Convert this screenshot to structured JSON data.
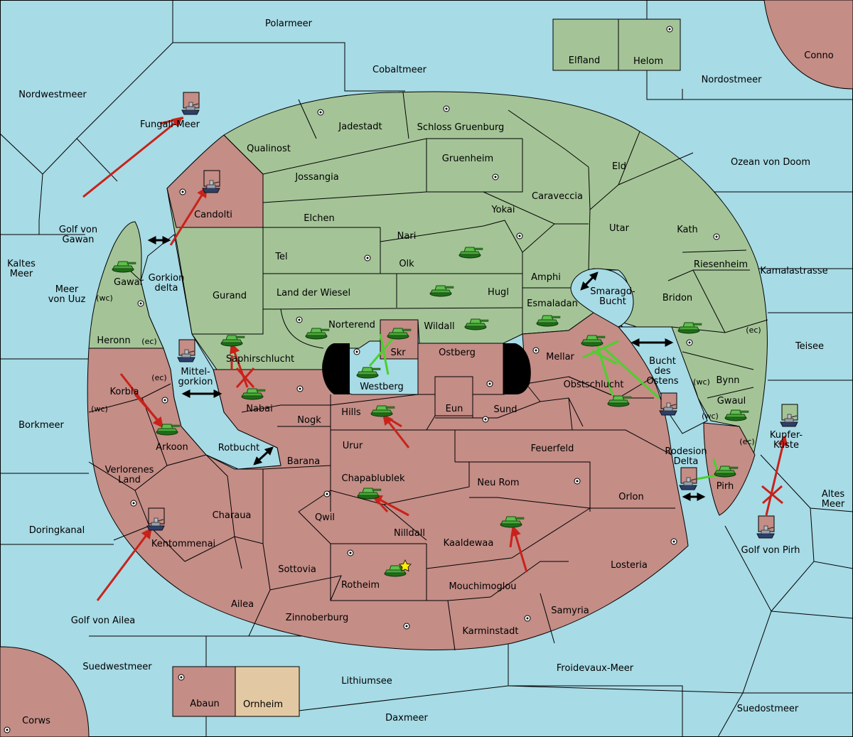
{
  "title": "Diplomacy map - Zeit von Doom",
  "colors": {
    "sea": "#a7dbe6",
    "green_power": "#a4c497",
    "red_power": "#c48d86",
    "neutral": "#e3c9a3",
    "red_orders": "#c8221a",
    "green_orders": "#4cd02c"
  },
  "labels": {
    "polarmeer": "Polarmeer",
    "cobaltmeer": "Cobaltmeer",
    "nordwestmeer": "Nordwestmeer",
    "nordostmeer": "Nordostmeer",
    "conno": "Conno",
    "elfland": "Elfland",
    "helom": "Helom",
    "fungali_meer": "Fungali-Meer",
    "jadestadt": "Jadestadt",
    "schloss_gruenburg": "Schloss Gruenburg",
    "qualinost": "Qualinost",
    "gruenheim": "Gruenheim",
    "eld": "Eld",
    "ozean_von_doom": "Ozean von Doom",
    "jossangia": "Jossangia",
    "caraveccia": "Caraveccia",
    "candolti": "Candolti",
    "elchen": "Elchen",
    "yokai": "Yokai",
    "utar": "Utar",
    "kath": "Kath",
    "golf_von_gawan": "Golf von Gawan",
    "nari": "Nari",
    "tel": "Tel",
    "olk": "Olk",
    "kaltes_meer": "Kaltes Meer",
    "riesenheim": "Riesenheim",
    "kamalastrasse": "Kamalastrasse",
    "gawar": "Gawar",
    "gorkion_delta": "Gorkion delta",
    "amphi": "Amphi",
    "meer_von_uuz": "Meer von Uuz",
    "wc": "(wc)",
    "ec": "(ec)",
    "gurand": "Gurand",
    "land_der_wiesel": "Land der Wiesel",
    "hugl": "Hugl",
    "smaragd_bucht": "Smaragd-Bucht",
    "bridon": "Bridon",
    "esmaladan": "Esmaladan",
    "norterend": "Norterend",
    "wildall": "Wildall",
    "heronn": "Heronn",
    "teisee": "Teisee",
    "skr": "Skr",
    "ostberg": "Ostberg",
    "mellar": "Mellar",
    "saphirschlucht": "Saphirschlucht",
    "mittelgorkion": "Mittel-gorkion",
    "bucht_des_ostens": "Bucht des Ostens",
    "bynn": "Bynn",
    "westberg": "Westberg",
    "korbia": "Korbia",
    "obstschlucht": "Obstschlucht",
    "gwaul": "Gwaul",
    "nabai": "Nabai",
    "eun": "Eun",
    "sund": "Sund",
    "hills": "Hills",
    "borkmeer": "Borkmeer",
    "nogk": "Nogk",
    "kupfer_kueste": "Kupfer-Küste",
    "arkoon": "Arkoon",
    "rotbucht": "Rotbucht",
    "urur": "Urur",
    "feuerfeld": "Feuerfeld",
    "rodesion_delta": "Rodesion Delta",
    "barana": "Barana",
    "verlorenes_land": "Verlorenes Land",
    "chapablublek": "Chapablublek",
    "neu_rom": "Neu Rom",
    "pirh": "Pirh",
    "orlon": "Orlon",
    "altes_meer": "Altes Meer",
    "charaua": "Charaua",
    "qwil": "Qwil",
    "doringkanal": "Doringkanal",
    "nilldall": "Nilldall",
    "kaaldewaa": "Kaaldewaa",
    "kentommenai": "Kentommenai",
    "golf_von_pirh": "Golf von Pirh",
    "losteria": "Losteria",
    "sottovia": "Sottovia",
    "rotheim": "Rotheim",
    "mouchimoglou": "Mouchimoglou",
    "ailea": "Ailea",
    "samyria": "Samyria",
    "golf_von_ailea": "Golf von Ailea",
    "zinnoberburg": "Zinnoberburg",
    "karminstadt": "Karminstadt",
    "suedwestmeer": "Suedwestmeer",
    "froidevaux_meer": "Froidevaux-Meer",
    "lithiumsee": "Lithiumsee",
    "abaun": "Abaun",
    "ornheim": "Ornheim",
    "suedostmeer": "Suedostmeer",
    "daxmeer": "Daxmeer",
    "corws": "Corws"
  },
  "icons": {
    "army": "tank-icon",
    "fleet": "ship-icon",
    "supply_center": "supply-center-icon",
    "capital": "star-icon",
    "order_move": "arrow-icon",
    "order_support": "support-line-icon",
    "order_failed": "x-mark-icon",
    "convoy_link": "double-arrow-icon"
  }
}
